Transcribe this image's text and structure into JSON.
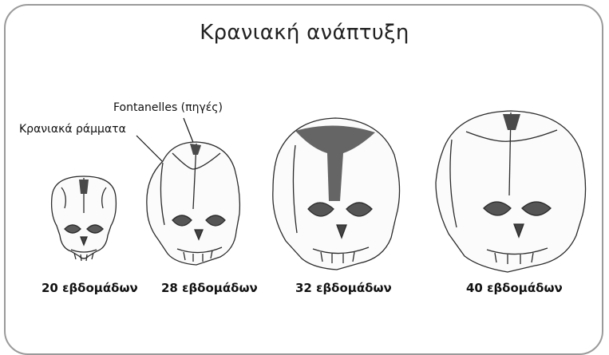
{
  "title": "Κρανιακή ανάπτυξη",
  "annotations": {
    "fontanelles": "Fontanelles (πηγές)",
    "sutures": "Κρανιακά ράμματα"
  },
  "skulls": [
    {
      "caption": "20 εβδομάδων"
    },
    {
      "caption": "28 εβδομάδων"
    },
    {
      "caption": "32 εβδομάδων"
    },
    {
      "caption": "40 εβδομάδων"
    }
  ],
  "colors": {
    "border": "#9a9a9a",
    "ink": "#2b2b2b",
    "fontanelle": "#4a4a4a"
  }
}
